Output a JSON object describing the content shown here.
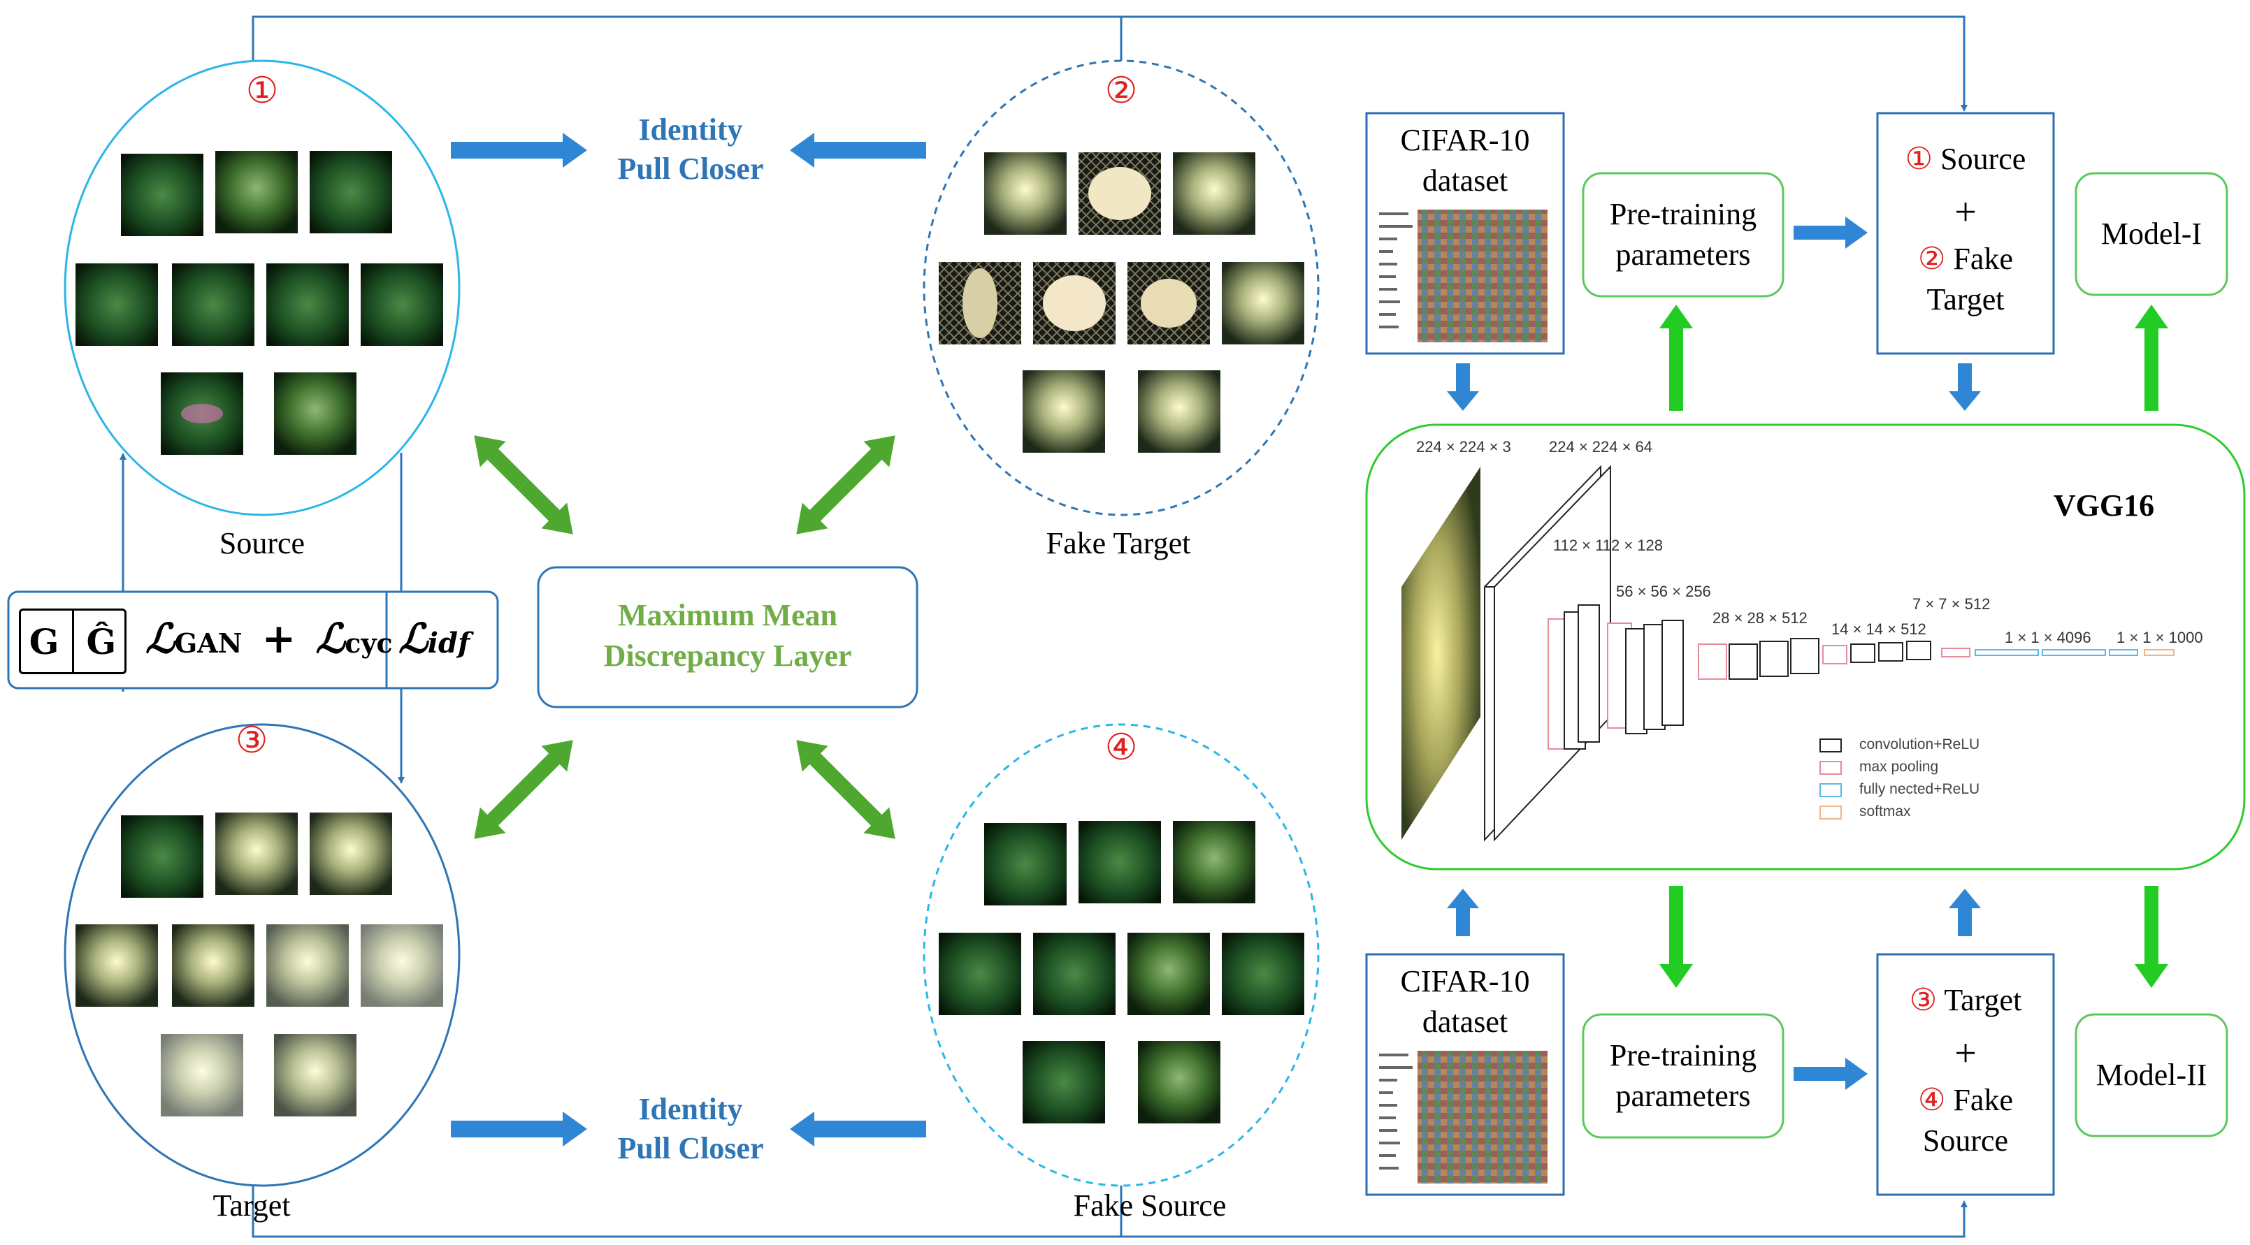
{
  "top_left": {
    "source_label": "Source",
    "source_num": "①",
    "fake_target_label": "Fake Target",
    "fake_target_num": "②",
    "identity_line1": "Identity",
    "identity_line2": "Pull Closer"
  },
  "bottom_left": {
    "target_label": "Target",
    "target_num": "③",
    "fake_source_label": "Fake Source",
    "fake_source_num": "④",
    "identity_line1": "Identity",
    "identity_line2": "Pull Closer"
  },
  "mmd": {
    "line1": "Maximum Mean",
    "line2": "Discrepancy Layer"
  },
  "loss": {
    "g": "G",
    "g_hat": "Ĝ",
    "l_gan": "ℒ",
    "gan_sub": "GAN",
    "plus": "+",
    "l_cyc": "ℒ",
    "cyc_sub": "cyc",
    "l_idf": "ℒ",
    "idf_sub": "idf"
  },
  "right_top": {
    "cifar_line1": "CIFAR-10",
    "cifar_line2": "dataset",
    "pretrain_line1": "Pre-training",
    "pretrain_line2": "parameters",
    "combo_num1": "①",
    "combo_text1": "Source",
    "combo_plus": "+",
    "combo_num2": "②",
    "combo_text2": "Fake",
    "combo_text3": "Target",
    "model": "Model-I"
  },
  "right_bottom": {
    "cifar_line1": "CIFAR-10",
    "cifar_line2": "dataset",
    "pretrain_line1": "Pre-training",
    "pretrain_line2": "parameters",
    "combo_num1": "③",
    "combo_text1": "Target",
    "combo_plus": "+",
    "combo_num2": "④",
    "combo_text2": "Fake",
    "combo_text3": "Source",
    "model": "Model-II"
  },
  "vgg": {
    "title": "VGG16",
    "dims": [
      "224 × 224 × 3",
      "224 × 224 × 64",
      "112 × 112 × 128",
      "56 × 56 × 256",
      "28 × 28 × 512",
      "14 × 14 × 512",
      "7 × 7 × 512",
      "1 × 1 × 4096",
      "1 × 1 × 1000"
    ],
    "legend": [
      "convolution+ReLU",
      "max pooling",
      "fully nected+ReLU",
      "softmax"
    ]
  },
  "colors": {
    "blue_arrow": "#2E86D4",
    "green_arrow": "#22CC22",
    "mmd_arrow": "#4EA72E",
    "box_green": "#5CC85C",
    "box_blue": "#2E6DB4",
    "circle_cyan": "#29B6E8",
    "circle_blue": "#2E75B6",
    "number_red": "#E02020"
  }
}
